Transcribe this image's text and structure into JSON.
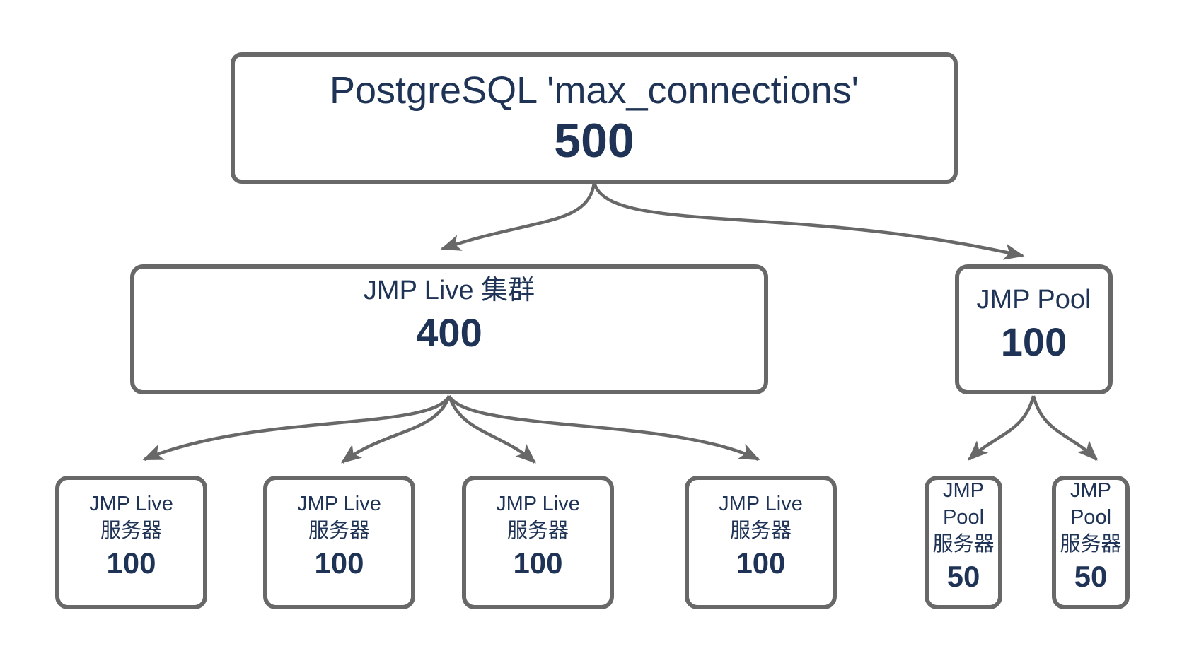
{
  "diagram": {
    "type": "tree",
    "colors": {
      "border": "#686868",
      "arrow": "#686868",
      "text": "#1e3355",
      "background": "#ffffff"
    },
    "nodes": {
      "root": {
        "label": "PostgreSQL 'max_connections'",
        "value": "500"
      },
      "cluster": {
        "label": "JMP Live 集群",
        "value": "400"
      },
      "pool": {
        "label": "JMP Pool",
        "value": "100"
      },
      "live_servers": [
        {
          "lines": [
            "JMP Live",
            "服务器"
          ],
          "value": "100"
        },
        {
          "lines": [
            "JMP Live",
            "服务器"
          ],
          "value": "100"
        },
        {
          "lines": [
            "JMP Live",
            "服务器"
          ],
          "value": "100"
        },
        {
          "lines": [
            "JMP Live",
            "服务器"
          ],
          "value": "100"
        }
      ],
      "pool_servers": [
        {
          "lines": [
            "JMP",
            "Pool",
            "服务器"
          ],
          "value": "50"
        },
        {
          "lines": [
            "JMP",
            "Pool",
            "服务器"
          ],
          "value": "50"
        }
      ]
    },
    "edges": [
      "root->cluster",
      "root->pool",
      "cluster->live_server_1",
      "cluster->live_server_2",
      "cluster->live_server_3",
      "cluster->live_server_4",
      "pool->pool_server_1",
      "pool->pool_server_2"
    ]
  }
}
